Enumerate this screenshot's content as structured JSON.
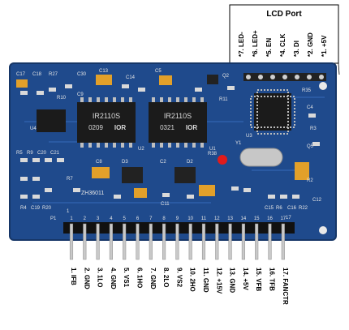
{
  "lcd_port": {
    "title": "LCD Port",
    "pins": [
      {
        "num": "*7.",
        "label": "LED-"
      },
      {
        "num": "*6.",
        "label": "LED+"
      },
      {
        "num": "*5.",
        "label": "EN"
      },
      {
        "num": "*4.",
        "label": "CLK"
      },
      {
        "num": "*3.",
        "label": "DI"
      },
      {
        "num": "*2.",
        "label": "GND"
      },
      {
        "num": "*1.",
        "label": "+5V"
      }
    ]
  },
  "pcb": {
    "chip_left": {
      "line1": "IR2110S",
      "line2": "0209",
      "logo": "IOR"
    },
    "chip_right": {
      "line1": "IR2110S",
      "line2": "0321",
      "logo": "IOR"
    },
    "board_code": "ZH36011",
    "silkscreen": [
      "C17",
      "C18",
      "R27",
      "C30",
      "C13",
      "C14",
      "C5",
      "Q2",
      "R10",
      "C9",
      "R35",
      "C4",
      "R11",
      "U4",
      "U2",
      "U1",
      "U3",
      "R5",
      "R9",
      "C20",
      "C21",
      "R38",
      "Y1",
      "C8",
      "D3",
      "C2",
      "D2",
      "R7",
      "C11",
      "R4",
      "C19",
      "R20",
      "C15",
      "R6",
      "C16",
      "R22",
      "C12",
      "R3",
      "P1",
      "Q5",
      "R2"
    ],
    "pin_row_start": "1",
    "pin_row_end": "17"
  },
  "pins": [
    {
      "num": "1.",
      "label": "IFB"
    },
    {
      "num": "2.",
      "label": "GND"
    },
    {
      "num": "3.",
      "label": "1LO"
    },
    {
      "num": "4.",
      "label": "GND"
    },
    {
      "num": "5.",
      "label": "VS1"
    },
    {
      "num": "6.",
      "label": "1HO"
    },
    {
      "num": "7.",
      "label": "GND"
    },
    {
      "num": "8.",
      "label": "2LO"
    },
    {
      "num": "9.",
      "label": "VS2"
    },
    {
      "num": "10.",
      "label": "2HO"
    },
    {
      "num": "11.",
      "label": "GND"
    },
    {
      "num": "12.",
      "label": "+15V"
    },
    {
      "num": "13.",
      "label": "GND"
    },
    {
      "num": "14.",
      "label": "+5V"
    },
    {
      "num": "15.",
      "label": "VFB"
    },
    {
      "num": "16.",
      "label": "TFB"
    },
    {
      "num": "17.",
      "label": "FANCTR"
    }
  ],
  "colors": {
    "pcb": "#1f4a8c",
    "pcb_dark": "#163667",
    "chip": "#1b1b1b",
    "capacitor": "#e2a02a",
    "header_pin": "#c9c9c9",
    "led": "#e11b1b"
  }
}
